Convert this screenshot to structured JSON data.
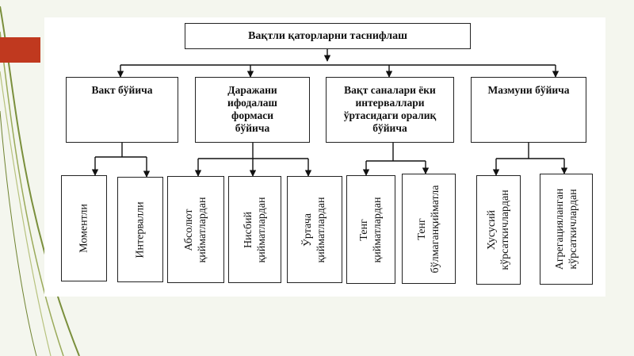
{
  "root": "Вақтли қаторларни таснифлаш",
  "categories": [
    {
      "label": "Вакт бўйича"
    },
    {
      "label": "Даражани ифодалаш формаси бўйича"
    },
    {
      "label": "Вақт саналари ёки интерваллари ўртасидаги оралиқ бўйича"
    },
    {
      "label": "Мазмуни бўйича"
    }
  ],
  "leaves": [
    "Моментли",
    "Интервалли",
    "Абсолют\nқийматлардан",
    "Нисбий\nқийматлардан",
    "Ўртача\nқийматлардан",
    "Тенг\nқийматлардан",
    "Тенг\nбўлмаганқийматла",
    "Хусусий\nкўрсаткичлардан",
    "Агрегацияланган\nкўрсаткичлардан"
  ],
  "colors": {
    "accent": "#c0391f",
    "panel": "#ffffff",
    "stroke": "#222222"
  }
}
